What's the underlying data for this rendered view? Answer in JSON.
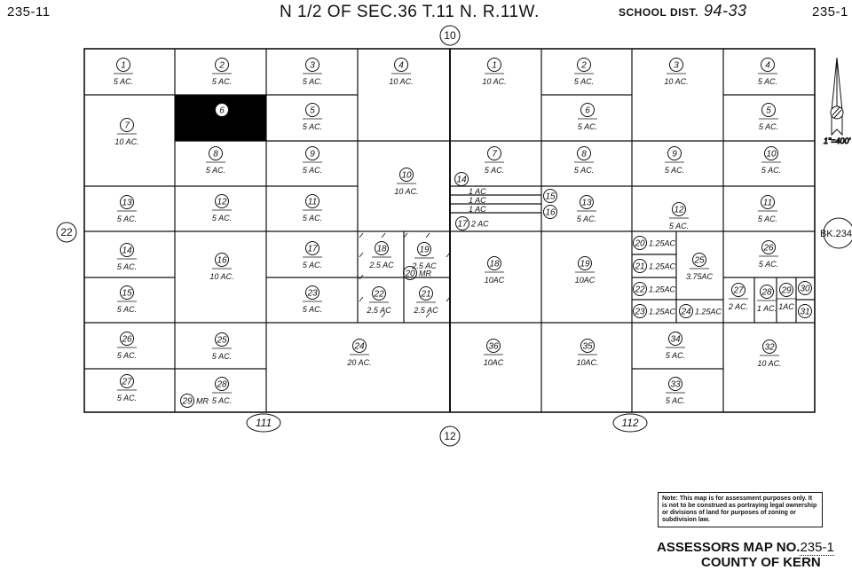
{
  "header": {
    "left_page": "235-11",
    "title": "N 1/2 OF SEC.36 T.11 N. R.11W.",
    "school_dist_label": "SCHOOL DIST.",
    "school_dist_value": "94-33",
    "right_page": "235-1"
  },
  "boundary_labels": {
    "top": "10",
    "left": "22",
    "bottom": "12",
    "right_book": "BK.234",
    "bottom_left_oval": "111",
    "bottom_right_oval": "112"
  },
  "scale": "1\"=400'",
  "left_parcels": [
    {
      "num": "1",
      "ac": "5 AC."
    },
    {
      "num": "2",
      "ac": "5 AC."
    },
    {
      "num": "3",
      "ac": "5 AC."
    },
    {
      "num": "4",
      "ac": "10 AC."
    },
    {
      "num": "6",
      "ac": ""
    },
    {
      "num": "5",
      "ac": "5 AC."
    },
    {
      "num": "7",
      "ac": "10 AC."
    },
    {
      "num": "8",
      "ac": "5 AC."
    },
    {
      "num": "9",
      "ac": "5 AC."
    },
    {
      "num": "10",
      "ac": "10 AC."
    },
    {
      "num": "13",
      "ac": "5 AC."
    },
    {
      "num": "12",
      "ac": "5 AC."
    },
    {
      "num": "11",
      "ac": "5 AC."
    },
    {
      "num": "14",
      "ac": "5 AC."
    },
    {
      "num": "16",
      "ac": "10 AC."
    },
    {
      "num": "17",
      "ac": "5 AC."
    },
    {
      "num": "18",
      "ac": "2.5 AC"
    },
    {
      "num": "19",
      "ac": "2.5 AC"
    },
    {
      "num": "20",
      "ac": "MR"
    },
    {
      "num": "15",
      "ac": "5 AC."
    },
    {
      "num": "23",
      "ac": "5 AC."
    },
    {
      "num": "22",
      "ac": "2.5 AC"
    },
    {
      "num": "21",
      "ac": "2.5 AC"
    },
    {
      "num": "26",
      "ac": "5 AC."
    },
    {
      "num": "25",
      "ac": "5 AC."
    },
    {
      "num": "24",
      "ac": "20 AC."
    },
    {
      "num": "27",
      "ac": "5 AC."
    },
    {
      "num": "28",
      "ac": "5 AC."
    },
    {
      "num": "29",
      "ac": "MR"
    }
  ],
  "right_parcels": [
    {
      "num": "1",
      "ac": "10 AC."
    },
    {
      "num": "2",
      "ac": "5 AC."
    },
    {
      "num": "3",
      "ac": "10 AC."
    },
    {
      "num": "4",
      "ac": "5 AC."
    },
    {
      "num": "6",
      "ac": "5 AC."
    },
    {
      "num": "5",
      "ac": "5 AC."
    },
    {
      "num": "7",
      "ac": "5 AC."
    },
    {
      "num": "8",
      "ac": "5 AC."
    },
    {
      "num": "9",
      "ac": "5 AC."
    },
    {
      "num": "10",
      "ac": "5 AC."
    },
    {
      "num": "14",
      "ac": ""
    },
    {
      "num": "15",
      "ac": ""
    },
    {
      "num": "16",
      "ac": ""
    },
    {
      "num": "17",
      "ac": "2 AC"
    },
    {
      "num": "13",
      "ac": "5 AC."
    },
    {
      "num": "12",
      "ac": "5 AC."
    },
    {
      "num": "11",
      "ac": "5 AC."
    },
    {
      "num": "18",
      "ac": "10AC"
    },
    {
      "num": "19",
      "ac": "10AC"
    },
    {
      "num": "20",
      "ac": "1.25AC"
    },
    {
      "num": "21",
      "ac": "1.25AC"
    },
    {
      "num": "22",
      "ac": "1.25AC"
    },
    {
      "num": "23",
      "ac": "1.25AC"
    },
    {
      "num": "24",
      "ac": "1.25AC"
    },
    {
      "num": "25",
      "ac": "3.75AC"
    },
    {
      "num": "26",
      "ac": "5 AC."
    },
    {
      "num": "27",
      "ac": "2 AC."
    },
    {
      "num": "28",
      "ac": "1 AC."
    },
    {
      "num": "29",
      "ac": "1AC"
    },
    {
      "num": "30",
      "ac": ""
    },
    {
      "num": "31",
      "ac": ""
    },
    {
      "num": "36",
      "ac": "10AC"
    },
    {
      "num": "35",
      "ac": "10AC."
    },
    {
      "num": "34",
      "ac": "5 AC."
    },
    {
      "num": "33",
      "ac": "5 AC."
    },
    {
      "num": "32",
      "ac": "10 AC."
    }
  ],
  "strips": [
    "1 AC",
    "1 AC",
    "1 AC"
  ],
  "note": "Note: This map is for assessment purposes only. It is not to be construed as portraying legal ownership or divisions of land for purposes of zoning or subdivision law.",
  "footer": {
    "map_no_label": "ASSESSORS MAP NO.",
    "map_no_value": "235-1",
    "county": "COUNTY OF KERN"
  }
}
